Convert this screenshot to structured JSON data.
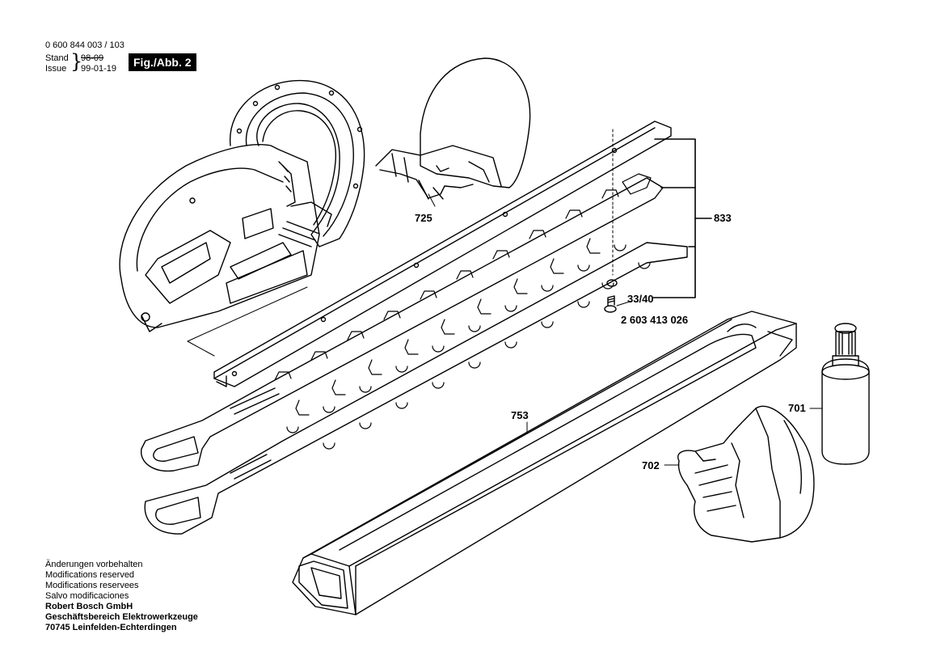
{
  "header": {
    "doc_number": "0 600 844 003 / 103",
    "stand_label": "Stand",
    "stand_value": "98-09",
    "issue_label": "Issue",
    "issue_value": "99-01-19",
    "figure_label": "Fig./Abb. 2"
  },
  "parts": {
    "p725": "725",
    "p833": "833",
    "p33_40": "33/40",
    "screw_part_number": "2 603 413 026",
    "p753": "753",
    "p701": "701",
    "p702": "702"
  },
  "footer": {
    "line1": "Änderungen vorbehalten",
    "line2": "Modifications reserved",
    "line3": "Modifications reservees",
    "line4": "Salvo modificaciones",
    "company": "Robert Bosch GmbH",
    "division": "Geschäftsbereich Elektrowerkzeuge",
    "address": "70745 Leinfelden-Echterdingen"
  }
}
